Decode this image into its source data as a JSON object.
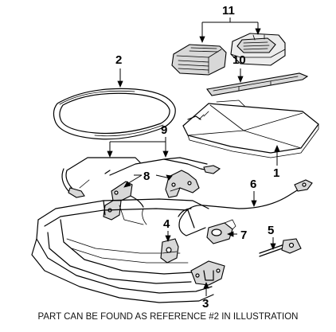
{
  "caption": "PART CAN BE FOUND AS REFERENCE #2 IN ILLUSTRATION",
  "callouts": {
    "c1": "1",
    "c2": "2",
    "c3": "3",
    "c4": "4",
    "c5": "5",
    "c6": "6",
    "c7": "7",
    "c8": "8",
    "c9": "9",
    "c10": "10",
    "c11": "11"
  }
}
